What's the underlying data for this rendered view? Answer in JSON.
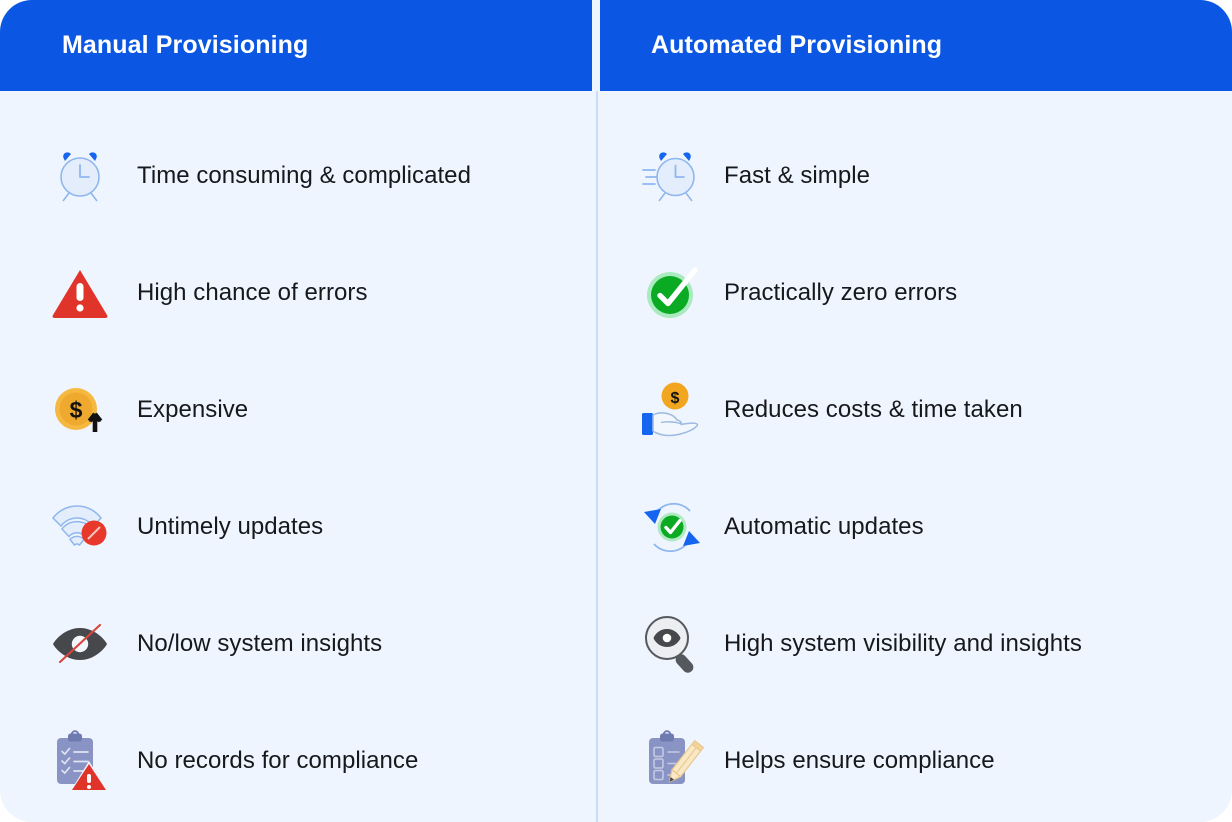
{
  "card": {
    "background_color": "#eff5fe",
    "header_color": "#0b57e3",
    "divider_color": "#c9dcf6",
    "text_color": "#16181c"
  },
  "columns": [
    {
      "id": "manual",
      "header": "Manual Provisioning",
      "items": [
        {
          "icon": "alarm-clock-icon",
          "label": "Time consuming & complicated"
        },
        {
          "icon": "warning-triangle-icon",
          "label": "High chance of errors"
        },
        {
          "icon": "coin-up-arrow-icon",
          "label": "Expensive"
        },
        {
          "icon": "wifi-blocked-icon",
          "label": "Untimely updates"
        },
        {
          "icon": "eye-slash-icon",
          "label": "No/low system insights"
        },
        {
          "icon": "clipboard-warning-icon",
          "label": "No records for compliance"
        }
      ]
    },
    {
      "id": "automated",
      "header": "Automated Provisioning",
      "items": [
        {
          "icon": "fast-alarm-clock-icon",
          "label": "Fast & simple"
        },
        {
          "icon": "green-check-circle-icon",
          "label": "Practically zero errors"
        },
        {
          "icon": "hand-coin-icon",
          "label": "Reduces costs & time taken"
        },
        {
          "icon": "refresh-check-icon",
          "label": "Automatic updates"
        },
        {
          "icon": "magnifier-eye-icon",
          "label": "High system visibility and insights"
        },
        {
          "icon": "clipboard-pencil-icon",
          "label": "Helps ensure compliance"
        }
      ]
    }
  ]
}
